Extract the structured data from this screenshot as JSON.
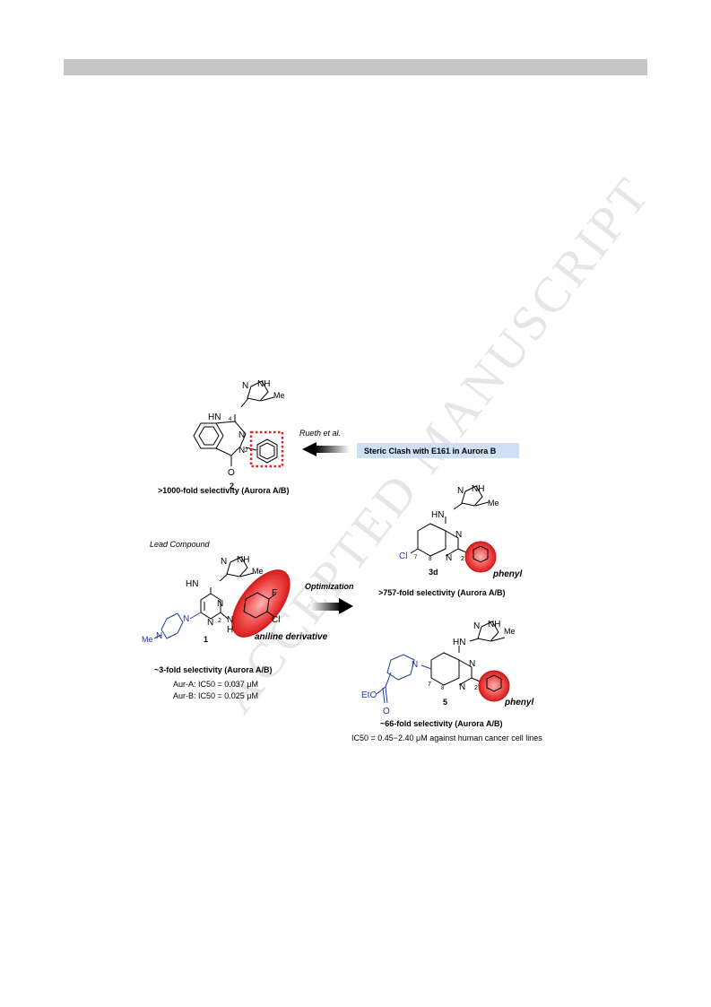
{
  "header": {
    "bar_color": "#c6c6c6"
  },
  "watermark": {
    "text": "ACCEPTED MANUSCRIPT"
  },
  "scheme": {
    "compound2": {
      "nh": "NH",
      "n_left": "N",
      "me": "Me",
      "hn": "HN",
      "n_ring1": "N",
      "n_ring2": "N",
      "o": "O",
      "pos4": "4",
      "pos2": "2",
      "number": "2",
      "caption": ">1000-fold selectivity (Aurora A/B)",
      "ref": "Rueth et al."
    },
    "steric_clash": {
      "label": "Steric Clash with E161 in Aurora B",
      "bg": "#cfe0f5"
    },
    "lead": {
      "label": "Lead Compound",
      "nh": "NH",
      "n_left": "N",
      "me": "Me",
      "hn": "HN",
      "n_pyr1": "N",
      "n_pyr2": "N",
      "n_pip1": "N",
      "n_pip2": "N",
      "me_pip": "Me",
      "nh2_n": "N",
      "nh2_h": "H",
      "f": "F",
      "cl": "Cl",
      "pos2": "2",
      "number": "1",
      "derivative": "aniline derivative",
      "caption": "~3-fold selectivity (Aurora A/B)",
      "ic50_a": "Aur-A: IC50 = 0.037 μM",
      "ic50_b": "Aur-B: IC50 = 0.025 μM"
    },
    "optimization": {
      "label": "Optimization"
    },
    "compound3d": {
      "nh": "NH",
      "n_left": "N",
      "me": "Me",
      "hn": "HN",
      "n1": "N",
      "n2": "N",
      "cl": "Cl",
      "pos7": "7",
      "pos8": "8",
      "pos2": "2",
      "number": "3d",
      "phenyl": "phenyl",
      "caption": ">757-fold selectivity (Aurora A/B)"
    },
    "compound5": {
      "nh": "NH",
      "n_left": "N",
      "me": "Me",
      "hn": "HN",
      "n1": "N",
      "n2": "N",
      "n_pip": "N",
      "eto": "EtO",
      "o": "O",
      "pos7": "7",
      "pos8": "8",
      "pos2": "2",
      "number": "5",
      "phenyl": "phenyl",
      "caption": "~66-fold selectivity (Aurora A/B)",
      "ic50": "IC50 = 0.45−2.40 μM against human cancer cell lines"
    },
    "colors": {
      "highlight_red": "#e52222",
      "blue": "#1f3aa8"
    }
  }
}
